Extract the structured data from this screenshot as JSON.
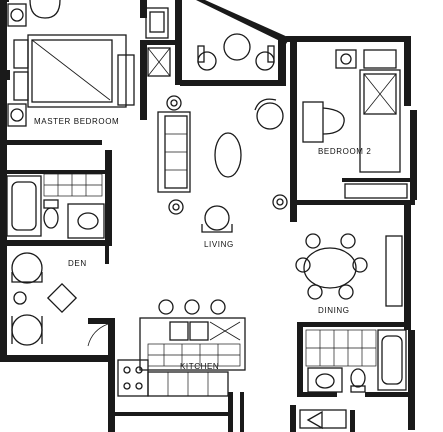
{
  "rooms": {
    "master_bedroom": "MASTER BEDROOM",
    "bedroom_2": "BEDROOM 2",
    "living": "LIVING",
    "den": "DEN",
    "dining": "DINING",
    "kitchen": "KITCHEN"
  }
}
